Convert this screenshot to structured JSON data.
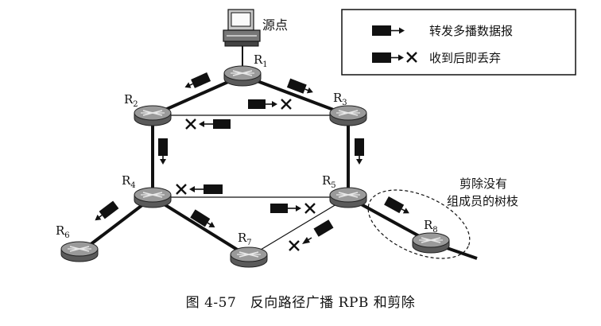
{
  "source_label": "源点",
  "legend": {
    "forward": "转发多播数据报",
    "discard": "收到后即丢弃"
  },
  "routers": {
    "r1": {
      "name": "R",
      "sub": "1"
    },
    "r2": {
      "name": "R",
      "sub": "2"
    },
    "r3": {
      "name": "R",
      "sub": "3"
    },
    "r4": {
      "name": "R",
      "sub": "4"
    },
    "r5": {
      "name": "R",
      "sub": "5"
    },
    "r6": {
      "name": "R",
      "sub": "6"
    },
    "r7": {
      "name": "R",
      "sub": "7"
    },
    "r8": {
      "name": "R",
      "sub": "8"
    }
  },
  "prune_note": {
    "line1": "剪除没有",
    "line2": "组成员的树枝"
  },
  "caption": "图 4-57　反向路径广播 RPB 和剪除"
}
